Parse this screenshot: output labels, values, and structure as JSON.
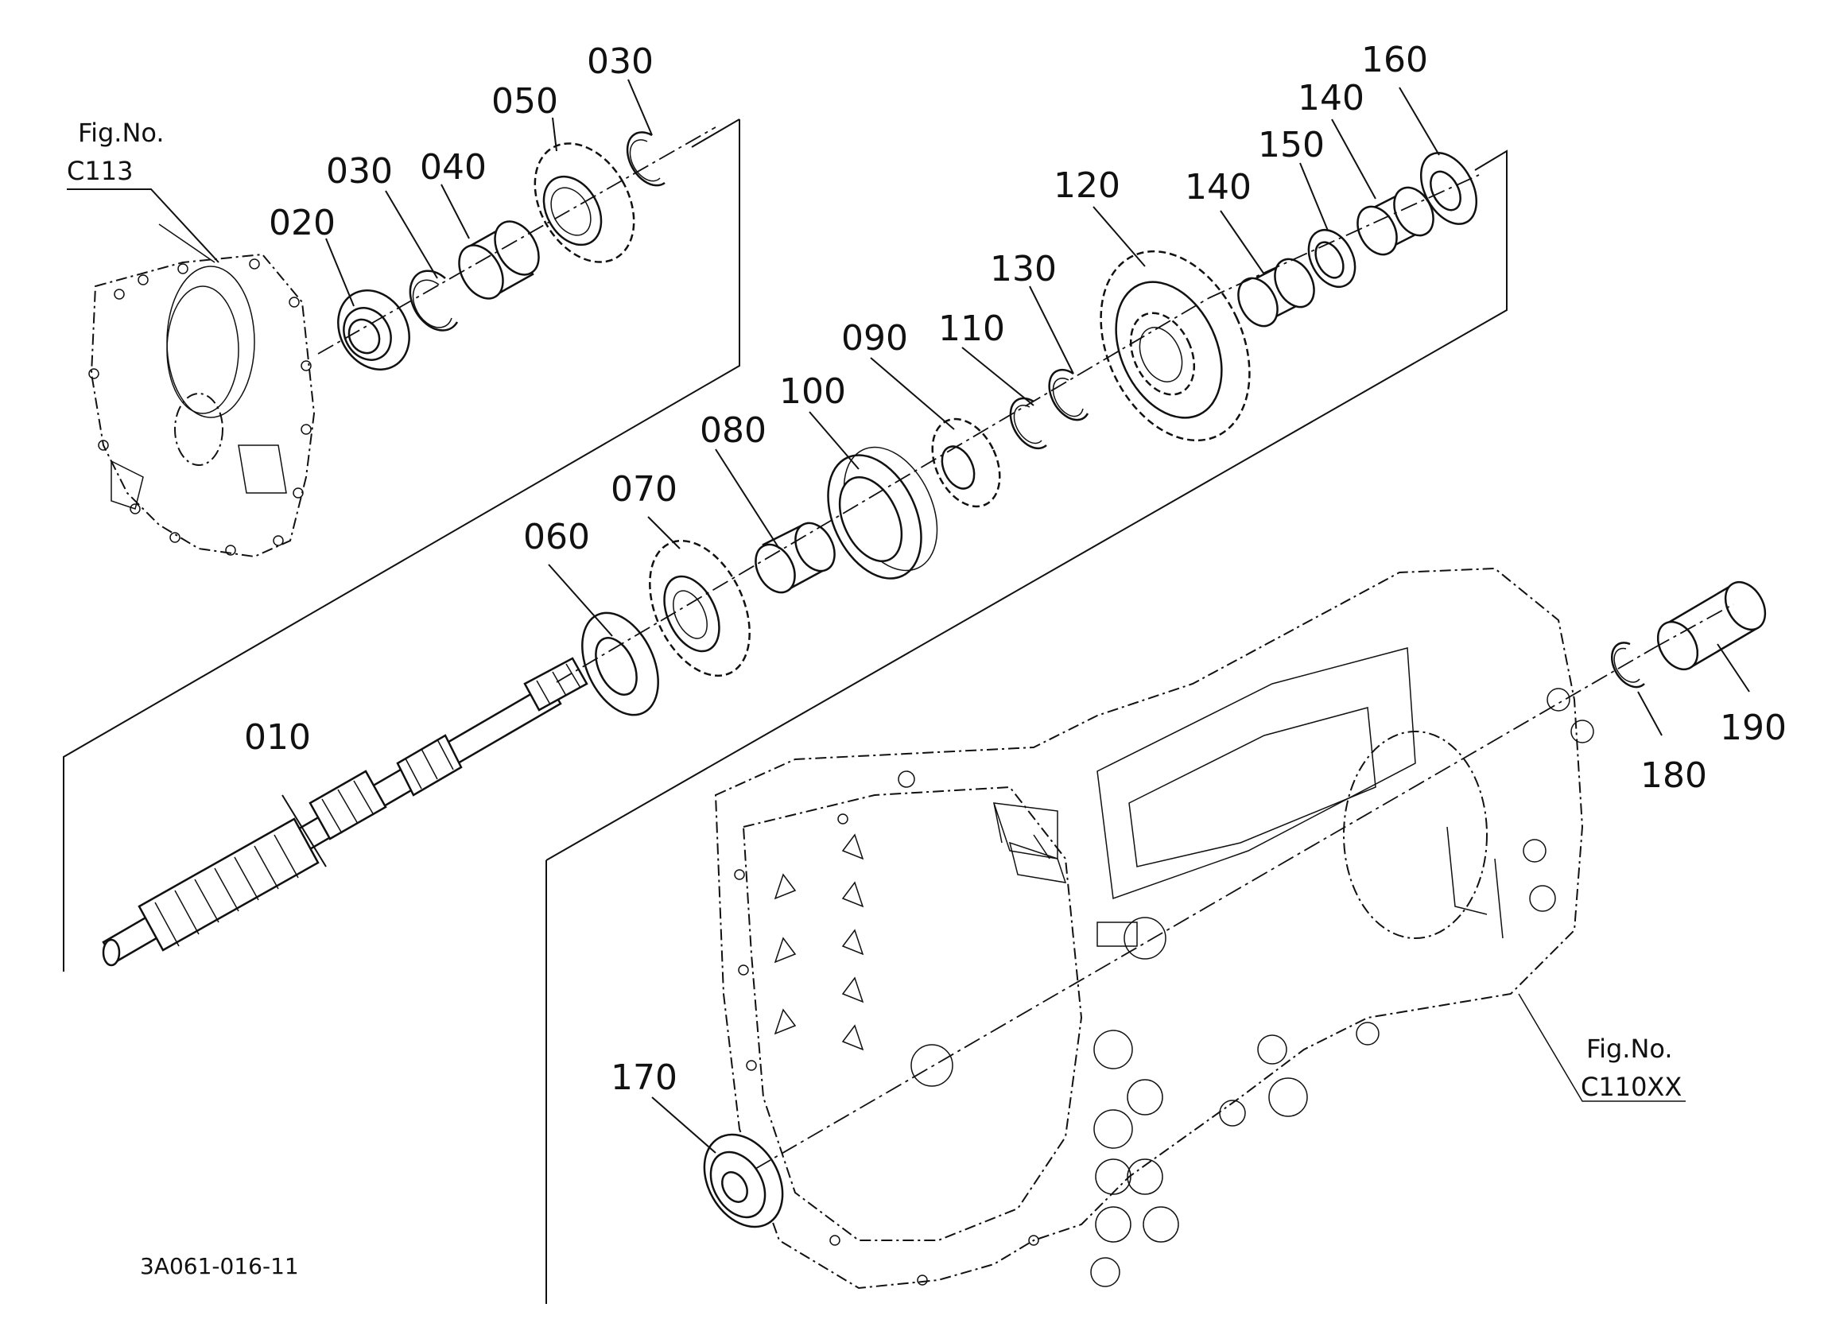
{
  "diagram": {
    "code": "3A061-016-11",
    "refs": [
      {
        "top": "Fig.No.",
        "bottom": "C113"
      },
      {
        "top": "Fig.No.",
        "bottom": "C110XX"
      }
    ],
    "labels": [
      "010",
      "020",
      "030",
      "040",
      "050",
      "030",
      "060",
      "070",
      "080",
      "100",
      "090",
      "110",
      "130",
      "120",
      "140",
      "150",
      "140",
      "160",
      "170",
      "180",
      "190"
    ]
  }
}
